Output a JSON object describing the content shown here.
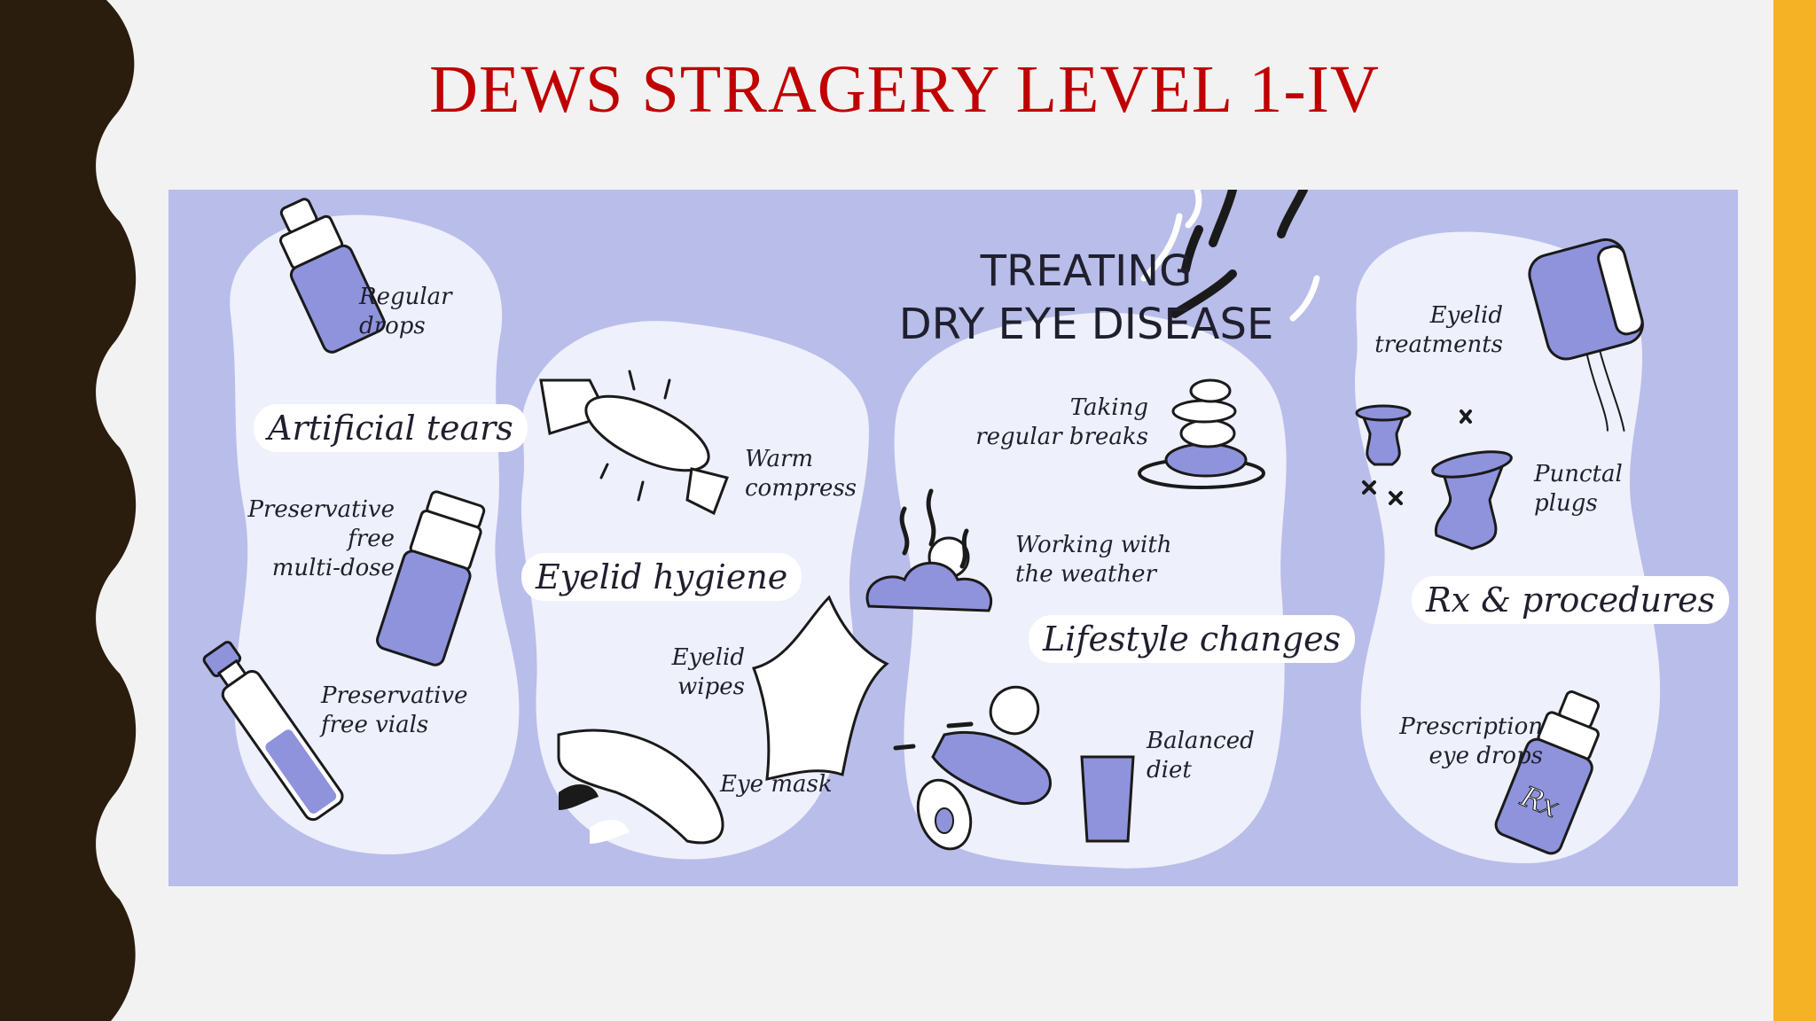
{
  "slide": {
    "title": "DEWS STRAGERY LEVEL 1-IV"
  },
  "infographic": {
    "title_line1": "TREATING",
    "title_line2": "DRY EYE DISEASE",
    "sections": {
      "artificial_tears": {
        "heading": "Artificial tears",
        "items": [
          "Regular\ndrops",
          "Preservative free\nmulti-dose",
          "Preservative\nfree vials"
        ]
      },
      "eyelid_hygiene": {
        "heading": "Eyelid hygiene",
        "items": [
          "Warm\ncompress",
          "Eyelid\nwipes",
          "Eye mask"
        ]
      },
      "lifestyle_changes": {
        "heading": "Lifestyle changes",
        "items": [
          "Taking\nregular breaks",
          "Working with\nthe weather",
          "Balanced\ndiet"
        ]
      },
      "rx_procedures": {
        "heading": "Rx & procedures",
        "items": [
          "Eyelid\ntreatments",
          "Punctal\nplugs",
          "Prescription\neye drops"
        ]
      }
    },
    "rx_symbol": "Rx"
  },
  "colors": {
    "title_red": "#c00000",
    "panel_lavender": "#b9bdea",
    "blob_white": "#eef0fb",
    "illustration_purple": "#8f93dc",
    "left_band": "#2a1d0d",
    "right_band": "#f6b225"
  }
}
